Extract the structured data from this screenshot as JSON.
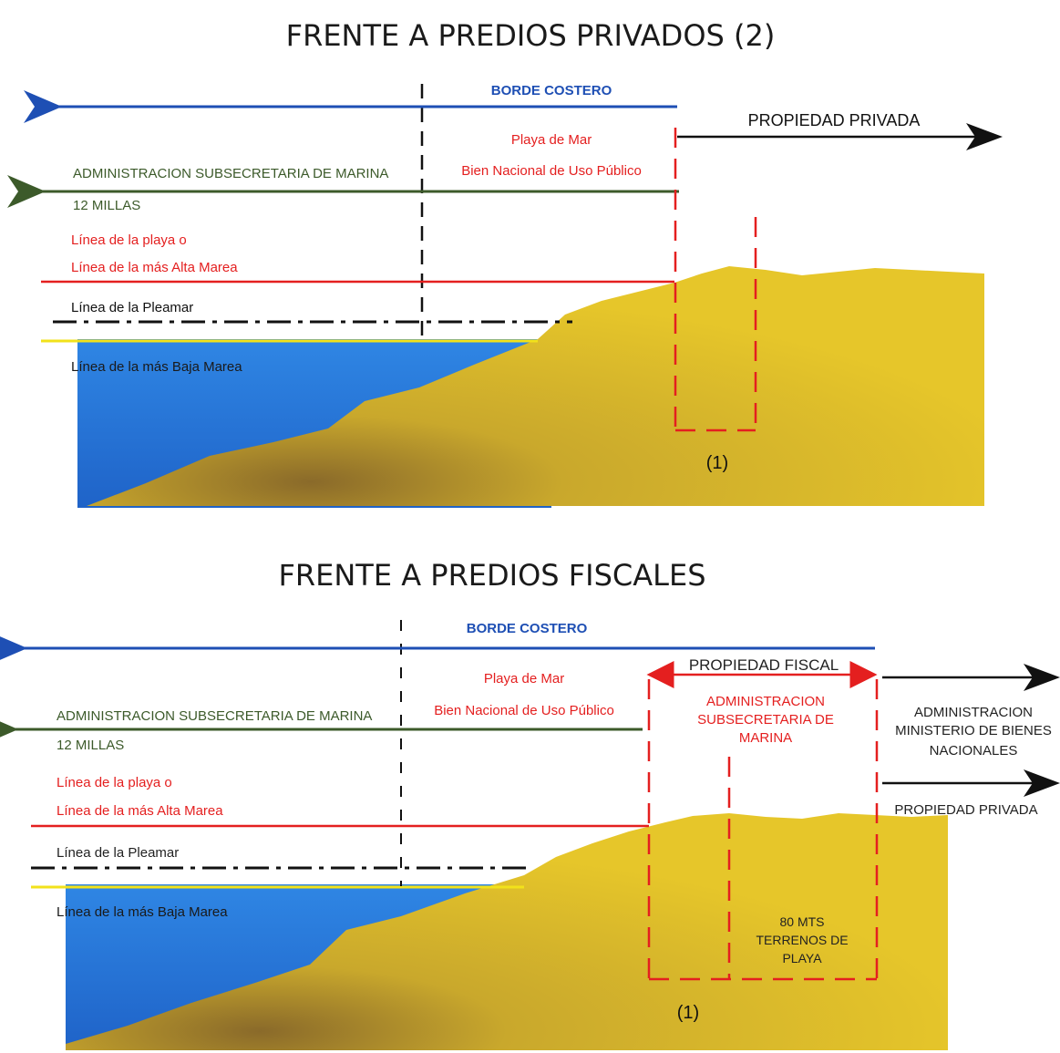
{
  "colors": {
    "blue": "#1e4fb4",
    "green": "#3c5a2a",
    "red": "#e41f1f",
    "black": "#111111",
    "water": "#2f7fdc",
    "sand": "#e4c32a",
    "sand_dark": "#b08a2a",
    "yellow_line": "#f2e21a"
  },
  "top": {
    "title": "FRENTE A PREDIOS PRIVADOS (2)",
    "borde_costero": "BORDE COSTERO",
    "propiedad_privada": "PROPIEDAD PRIVADA",
    "playa_de_mar": "Playa de Mar",
    "bien_nacional": "Bien Nacional de Uso Público",
    "administracion": "ADMINISTRACION SUBSECRETARIA DE MARINA",
    "millas": "12 MILLAS",
    "linea_playa_1": "Línea de la playa o",
    "linea_playa_2": "Línea de la más Alta Marea",
    "linea_pleamar": "Línea de la Pleamar",
    "linea_baja": "Línea de la más Baja Marea",
    "note": "(1)"
  },
  "bottom": {
    "title": "FRENTE A PREDIOS FISCALES",
    "borde_costero": "BORDE COSTERO",
    "propiedad_fiscal": "PROPIEDAD FISCAL",
    "playa_de_mar": "Playa de Mar",
    "bien_nacional": "Bien Nacional de Uso Público",
    "administracion": "ADMINISTRACION SUBSECRETARIA DE MARINA",
    "millas": "12 MILLAS",
    "admin_sub_1": "ADMINISTRACION",
    "admin_sub_2": "SUBSECRETARIA DE",
    "admin_sub_3": "MARINA",
    "admin_min_1": "ADMINISTRACION",
    "admin_min_2": "MINISTERIO DE BIENES",
    "admin_min_3": "NACIONALES",
    "propiedad_privada": "PROPIEDAD PRIVADA",
    "linea_playa_1": "Línea de la playa o",
    "linea_playa_2": "Línea de la más Alta Marea",
    "linea_pleamar": "Línea de la Pleamar",
    "linea_baja": "Línea de la más Baja Marea",
    "mts_1": "80 MTS",
    "mts_2": "TERRENOS DE",
    "mts_3": "PLAYA",
    "note": "(1)"
  }
}
